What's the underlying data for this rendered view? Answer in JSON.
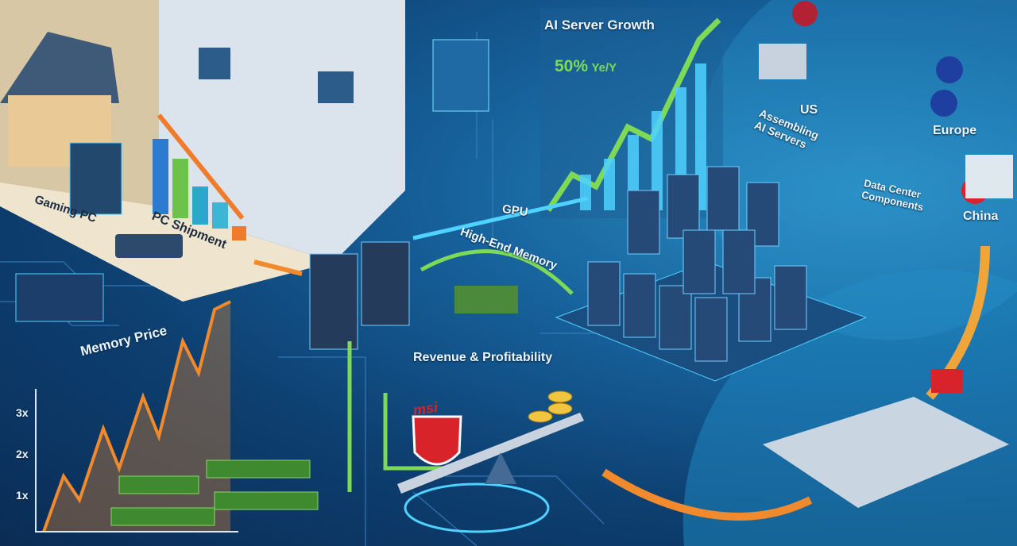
{
  "left_panel": {
    "gaming_pc_label": "Gaming PC",
    "pc_shipment_label": "PC Shipment"
  },
  "ai_server": {
    "title": "AI Server Growth",
    "growth_label": "50%",
    "growth_unit": "Ye/Y"
  },
  "flows": {
    "gpu_label": "GPU",
    "memory_label": "High-End Memory",
    "revenue_label": "Revenue & Profitability"
  },
  "memory_chart": {
    "title": "Memory Price",
    "y_ticks": [
      "3x",
      "2x",
      "1x"
    ]
  },
  "brand": {
    "logo_text": "msi"
  },
  "globe": {
    "us_label": "US",
    "assembling_label": "Assembling AI Servers",
    "europe_label": "Europe",
    "components_label": "Data Center Components",
    "china_label": "China"
  },
  "colors": {
    "background": "#0d3f70",
    "accent_green": "#7ed957",
    "accent_orange": "#f08a2c",
    "accent_cyan": "#4fd2ff"
  }
}
